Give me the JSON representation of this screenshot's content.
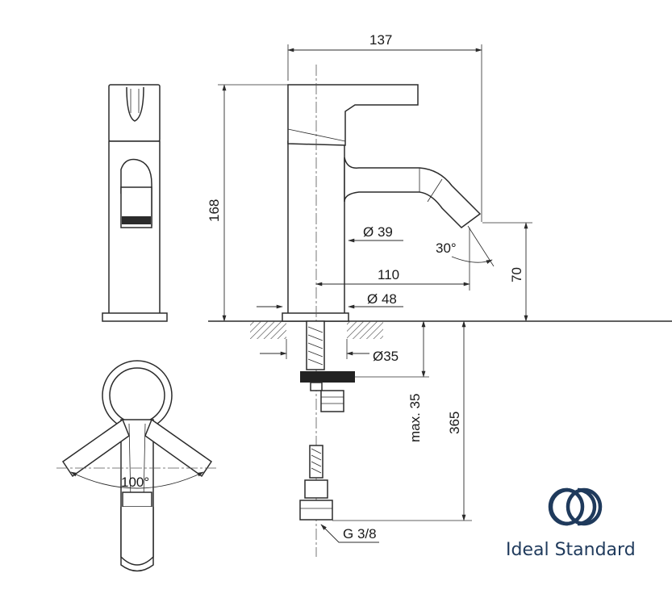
{
  "dimensions": {
    "width_137": "137",
    "height_168": "168",
    "dia_39": "Ø 39",
    "angle_30": "30°",
    "reach_110": "110",
    "height_70": "70",
    "dia_48": "Ø 48",
    "dia_35": "Ø35",
    "max_35": "max. 35",
    "length_365": "365",
    "thread": "G 3/8",
    "angle_100": "100°"
  },
  "brand": {
    "name": "Ideal Standard",
    "color": "#1f3a5c"
  }
}
